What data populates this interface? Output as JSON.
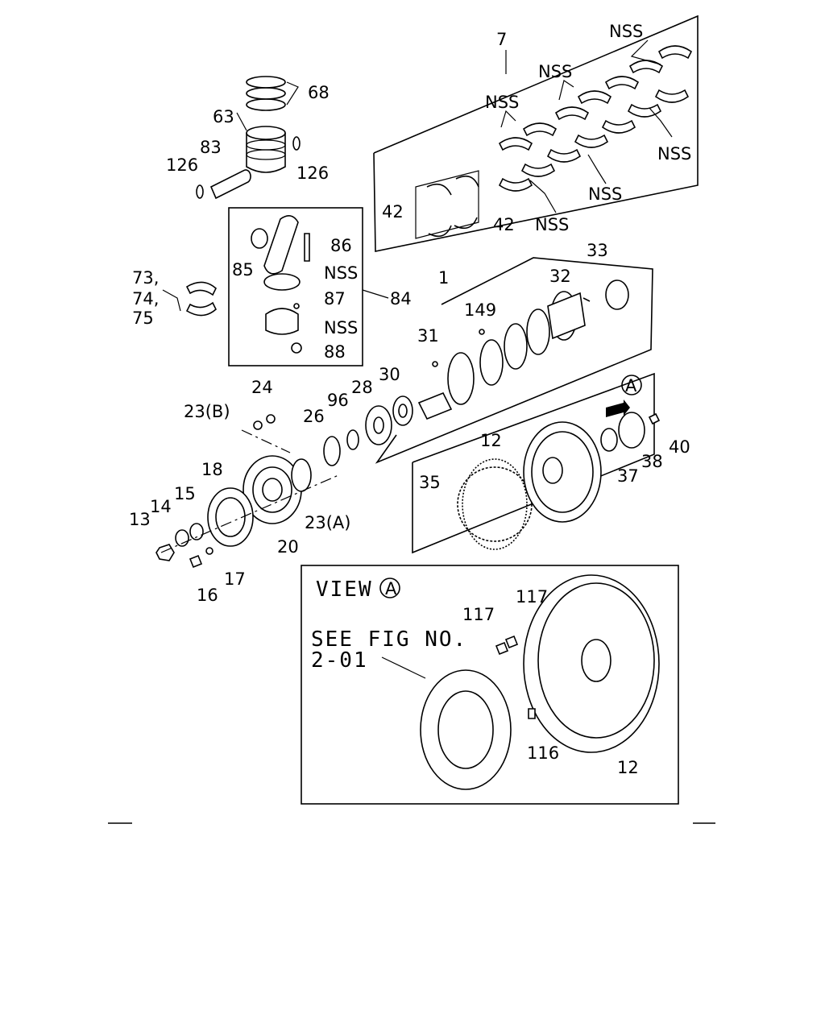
{
  "labels": {
    "p7": "7",
    "nss_a": "NSS",
    "nss_b": "NSS",
    "nss_c": "NSS",
    "nss_d": "NSS",
    "nss_e": "NSS",
    "nss_f": "NSS",
    "p42a": "42",
    "p42b": "42",
    "p68": "68",
    "p63": "63",
    "p83": "83",
    "p126a": "126",
    "p126b": "126",
    "p86": "86",
    "p85": "85",
    "nss_rod": "NSS",
    "p87": "87",
    "nss_cap": "NSS",
    "p88": "88",
    "p84": "84",
    "p73": "73,",
    "p74": "74,",
    "p75": "75",
    "p1": "1",
    "p32": "32",
    "p33": "33",
    "p149": "149",
    "p31": "31",
    "p24": "24",
    "p23b": "23(B)",
    "p26": "26",
    "p96": "96",
    "p28": "28",
    "p30": "30",
    "view_marker": "A",
    "p12": "12",
    "p35": "35",
    "p37": "37",
    "p38": "38",
    "p40": "40",
    "p18": "18",
    "p15": "15",
    "p14": "14",
    "p13": "13",
    "p23a": "23(A)",
    "p20": "20",
    "p16": "16",
    "p17": "17",
    "view_title": "VIEW",
    "view_title_marker": "A",
    "see_fig_line1": "SEE FIG NO.",
    "see_fig_line2": "2-01",
    "p117a": "117",
    "p117b": "117",
    "p116": "116",
    "p12b": "12"
  }
}
